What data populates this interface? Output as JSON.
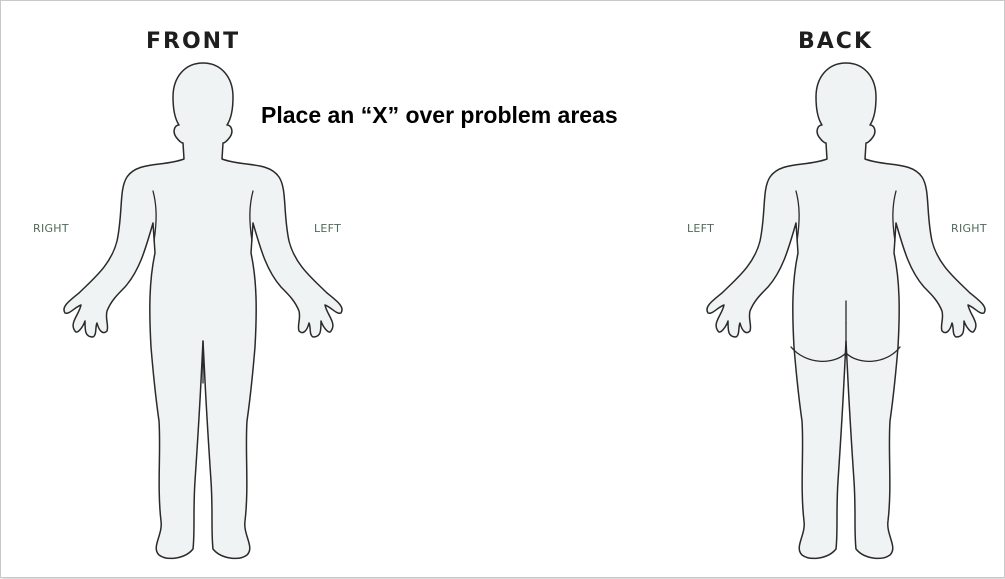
{
  "diagram": {
    "front": {
      "title": "FRONT",
      "label_right": "RIGHT",
      "label_left": "LEFT"
    },
    "back": {
      "title": "BACK",
      "label_left": "LEFT",
      "label_right": "RIGHT"
    },
    "instruction": "Place an “X” over problem areas"
  }
}
